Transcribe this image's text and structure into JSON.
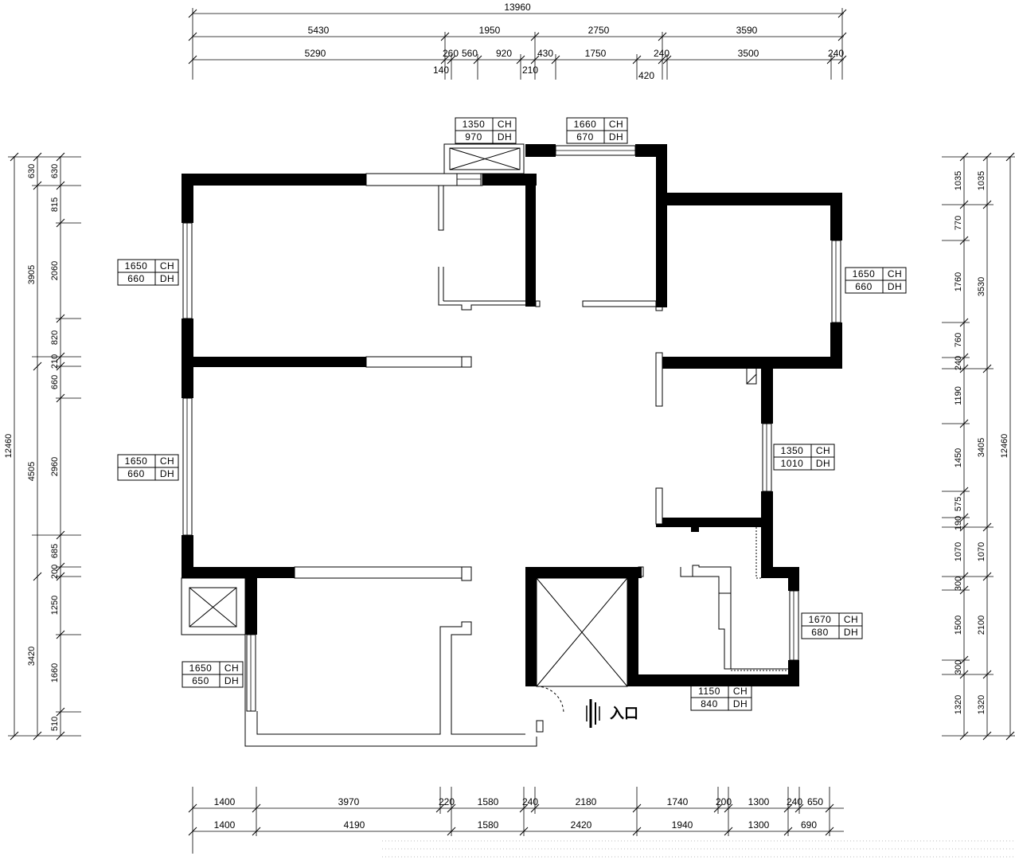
{
  "dimensions": {
    "top_total": "13960",
    "top_row1": [
      "5430",
      "1950",
      "2750",
      "3590"
    ],
    "top_row2": [
      "5290",
      "260",
      "560",
      "920",
      "430",
      "1750",
      "240",
      "3500",
      "240"
    ],
    "top_row3": [
      "140",
      "210",
      "420"
    ],
    "bottom_row1": [
      "1400",
      "3970",
      "220",
      "1580",
      "240",
      "2180",
      "1740",
      "200",
      "1300",
      "240",
      "650"
    ],
    "bottom_row2": [
      "1400",
      "4190",
      "1580",
      "2420",
      "1940",
      "1300",
      "690"
    ],
    "left_total": "12460",
    "left_outer": [
      "630",
      "3905",
      "4505",
      "3420"
    ],
    "left_inner": [
      "630",
      "815",
      "2060",
      "820",
      "210",
      "660",
      "2960",
      "685",
      "200",
      "1250",
      "1660",
      "510"
    ],
    "right_total": "12460",
    "right_outer": [
      "1035",
      "3530",
      "3405",
      "1070",
      "2100",
      "1320"
    ],
    "right_inner": [
      "1035",
      "770",
      "1760",
      "760",
      "240",
      "1190",
      "1450",
      "575",
      "190",
      "1070",
      "300",
      "1500",
      "300",
      "1320"
    ]
  },
  "windows": [
    {
      "ch": "1350",
      "dh": "970"
    },
    {
      "ch": "1660",
      "dh": "670"
    },
    {
      "ch": "1650",
      "dh": "660"
    },
    {
      "ch": "1650",
      "dh": "660"
    },
    {
      "ch": "1650",
      "dh": "660"
    },
    {
      "ch": "1350",
      "dh": "1010"
    },
    {
      "ch": "1670",
      "dh": "680"
    },
    {
      "ch": "1150",
      "dh": "840"
    },
    {
      "ch": "1650",
      "dh": "650"
    }
  ],
  "labels": {
    "ch": "CH",
    "dh": "DH"
  },
  "entrance": {
    "label": "入口"
  }
}
